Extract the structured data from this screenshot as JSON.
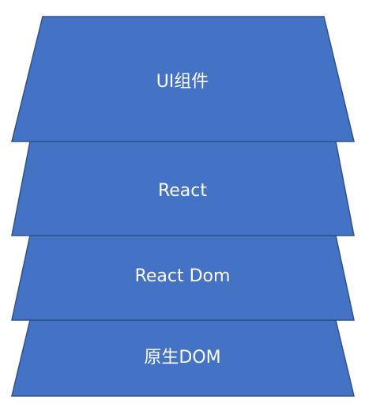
{
  "layers": [
    {
      "label": "UI组件"
    },
    {
      "label": "React"
    },
    {
      "label": "React Dom"
    },
    {
      "label": "原生DOM"
    }
  ],
  "colors": {
    "fill": "#4472c4",
    "outline": "#2f528f",
    "text": "#ffffff"
  }
}
